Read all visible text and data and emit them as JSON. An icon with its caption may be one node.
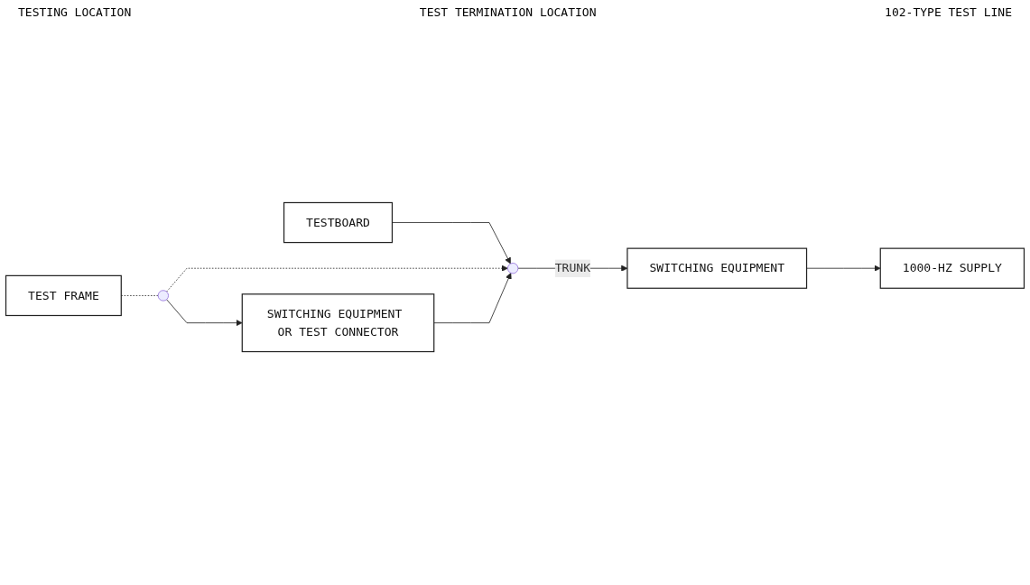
{
  "diagram": {
    "nodes": [
      {
        "text": [
          "TESTBOARD"
        ]
      },
      {
        "text": [
          "SWITCHING EQUIPMENT OR TEST CONNECTOR"
        ]
      },
      {
        "text": [
          "TEST FRAME"
        ]
      },
      {
        "text": [],
        "shape": "jack"
      },
      {
        "text": [],
        "shape": "jack"
      },
      {
        "text": [
          "SWITCHING EQUIPMENT"
        ]
      },
      {
        "text": [
          "1000-HZ SUPPLY"
        ]
      }
    ],
    "edges": [
      {
        "from": 0,
        "to": 4,
        "arrow": "to"
      },
      {
        "from": 3,
        "to": 4,
        "arrow": "to",
        "style": "dashed"
      },
      {
        "from": 1,
        "to": 4,
        "arrow": "to"
      },
      {
        "from": 2,
        "to": 3,
        "arrow": "none",
        "style": "dashed"
      },
      {
        "from": 3,
        "to": 1,
        "arrow": "to"
      },
      {
        "from": 4,
        "to": 5,
        "arrow": "to",
        "label": "TRUNK"
      },
      {
        "from": 5,
        "to": 6,
        "arrow": "to"
      }
    ],
    "labels": [
      "TESTING LOCATION",
      "TEST TERMINATION LOCATION",
      "102-TYPE TEST LINE"
    ]
  }
}
